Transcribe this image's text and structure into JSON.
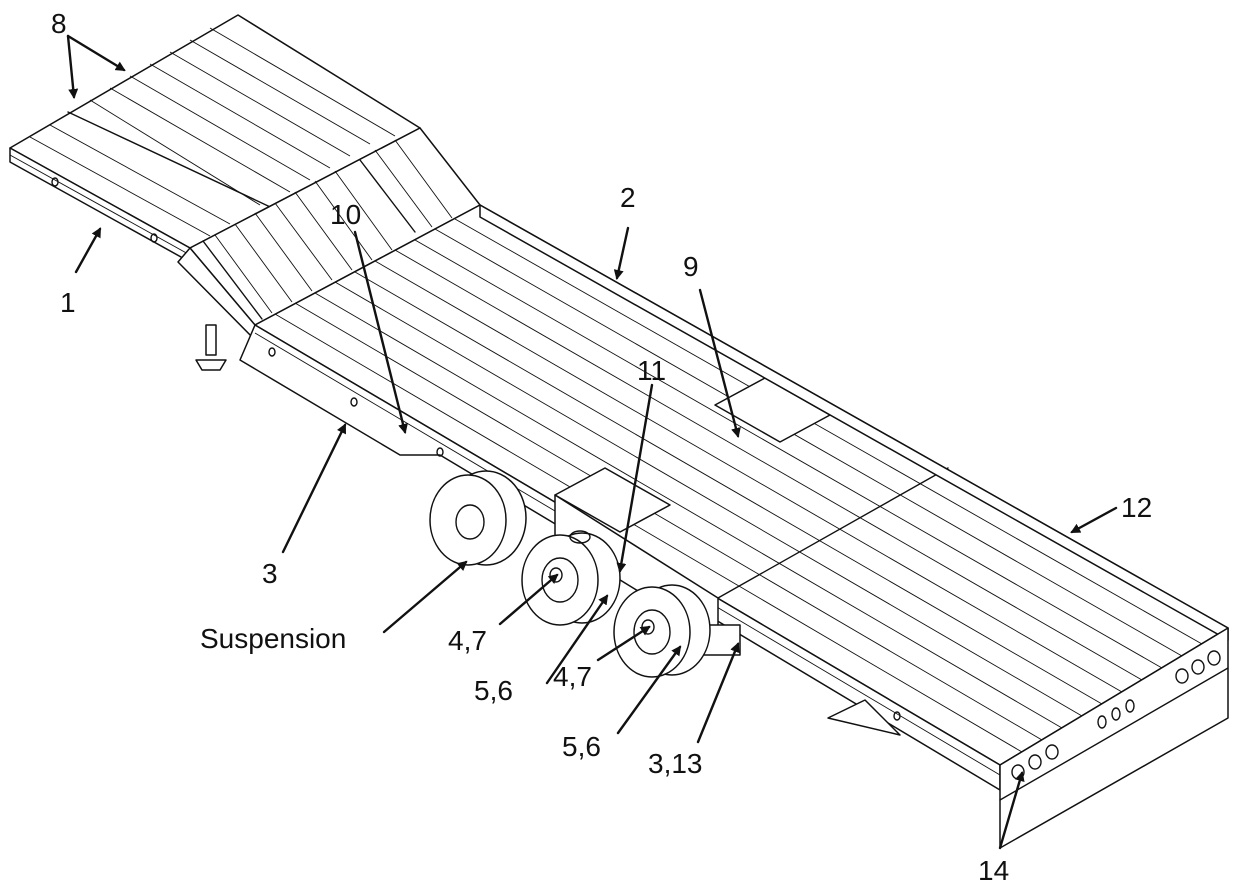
{
  "callouts": {
    "c1": "1",
    "c2": "2",
    "c3a": "3",
    "c313": "3,13",
    "c47a": "4,7",
    "c47b": "4,7",
    "c56a": "5,6",
    "c56b": "5,6",
    "c8": "8",
    "c9": "9",
    "c10": "10",
    "c11": "11",
    "c12": "12",
    "c14": "14",
    "suspension": "Suspension"
  },
  "colors": {
    "ink": "#111111",
    "background": "#ffffff"
  }
}
